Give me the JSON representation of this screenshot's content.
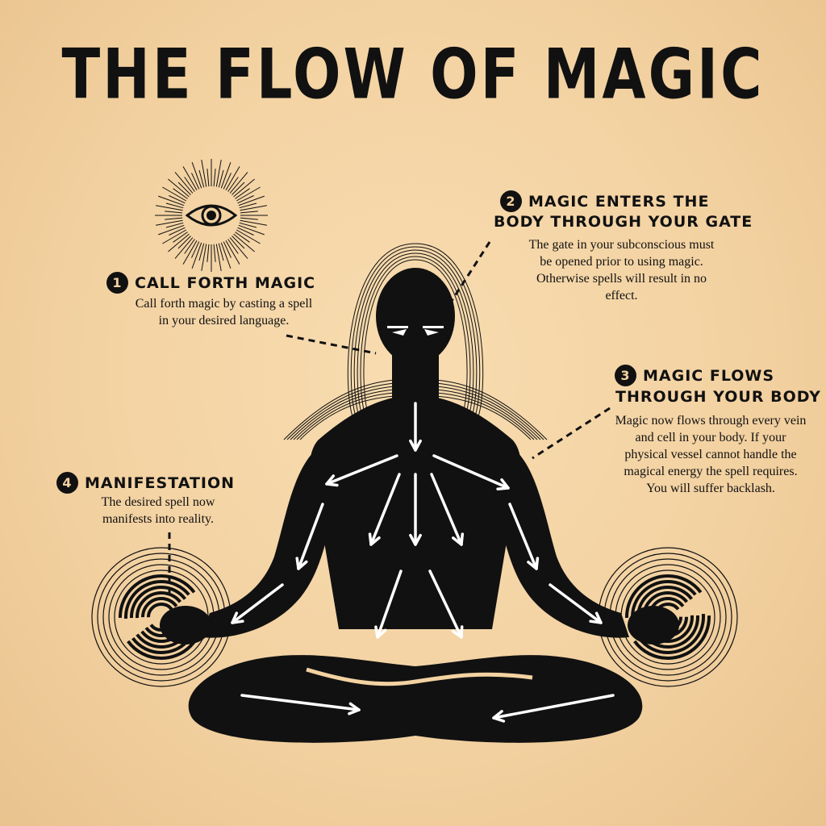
{
  "title": "THE FLOW OF MAGIC",
  "steps": [
    {
      "number": "1",
      "heading": "CALL FORTH MAGIC",
      "description": "Call forth magic by casting a spell in your desired language."
    },
    {
      "number": "2",
      "heading_line1": "MAGIC ENTERS THE",
      "heading_line2": "BODY THROUGH YOUR GATE",
      "description": "The gate in your subconscious must be opened prior to using magic. Otherwise spells will result in no effect."
    },
    {
      "number": "3",
      "heading_line1": "MAGIC FLOWS",
      "heading_line2": "THROUGH YOUR BODY",
      "description": "Magic now flows through every vein and cell in your body. If your physical vessel cannot handle the magical energy the spell requires. You will suffer backlash."
    },
    {
      "number": "4",
      "heading": "MANIFESTATION",
      "description": "The desired spell now manifests into reality."
    }
  ],
  "icons": [
    "all-seeing-eye-icon",
    "meditating-figure",
    "energy-spiral-icon"
  ],
  "colors": {
    "background": "#f3d2a2",
    "ink": "#111111",
    "highlight": "#ffffff"
  }
}
